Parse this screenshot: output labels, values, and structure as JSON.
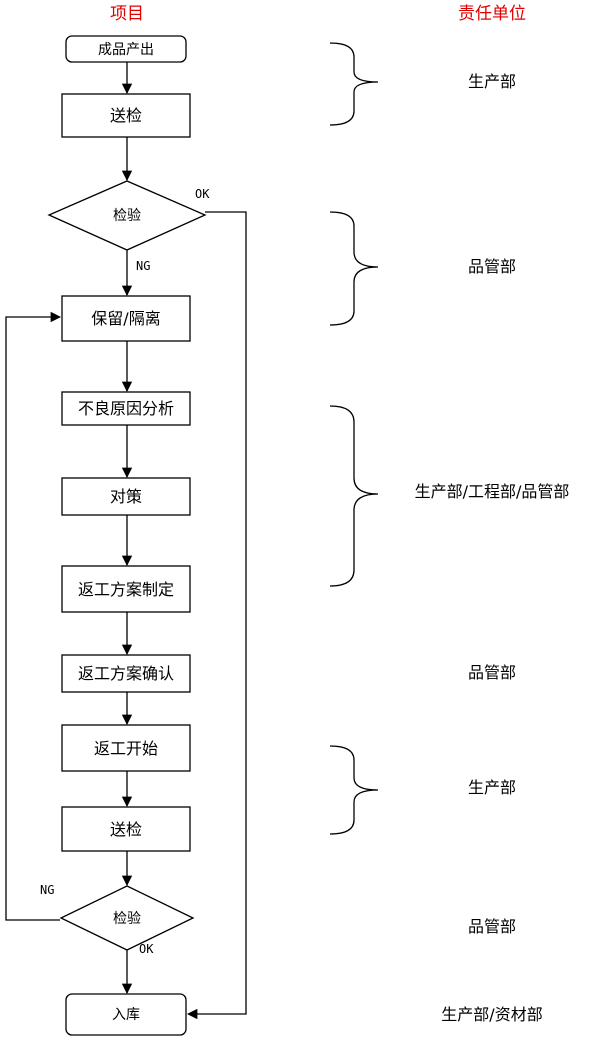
{
  "header": {
    "project": "项目",
    "responsible": "责任单位",
    "color": "#e00000"
  },
  "nodes": {
    "start": "成品产出",
    "send1": "送检",
    "check1": "检验",
    "hold": "保留/隔离",
    "analysis": "不良原因分析",
    "measure": "对策",
    "plan": "返工方案制定",
    "confirm": "返工方案确认",
    "rework": "返工开始",
    "send2": "送检",
    "check2": "检验",
    "storage": "入库"
  },
  "labels": {
    "ok1": "OK",
    "ng1": "NG",
    "ng2": "NG",
    "ok2": "OK"
  },
  "departments": {
    "d1": "生产部",
    "d2": "品管部",
    "d3": "生产部/工程部/品管部",
    "d4": "品管部",
    "d5": "生产部",
    "d6": "品管部",
    "d7": "生产部/资材部"
  }
}
